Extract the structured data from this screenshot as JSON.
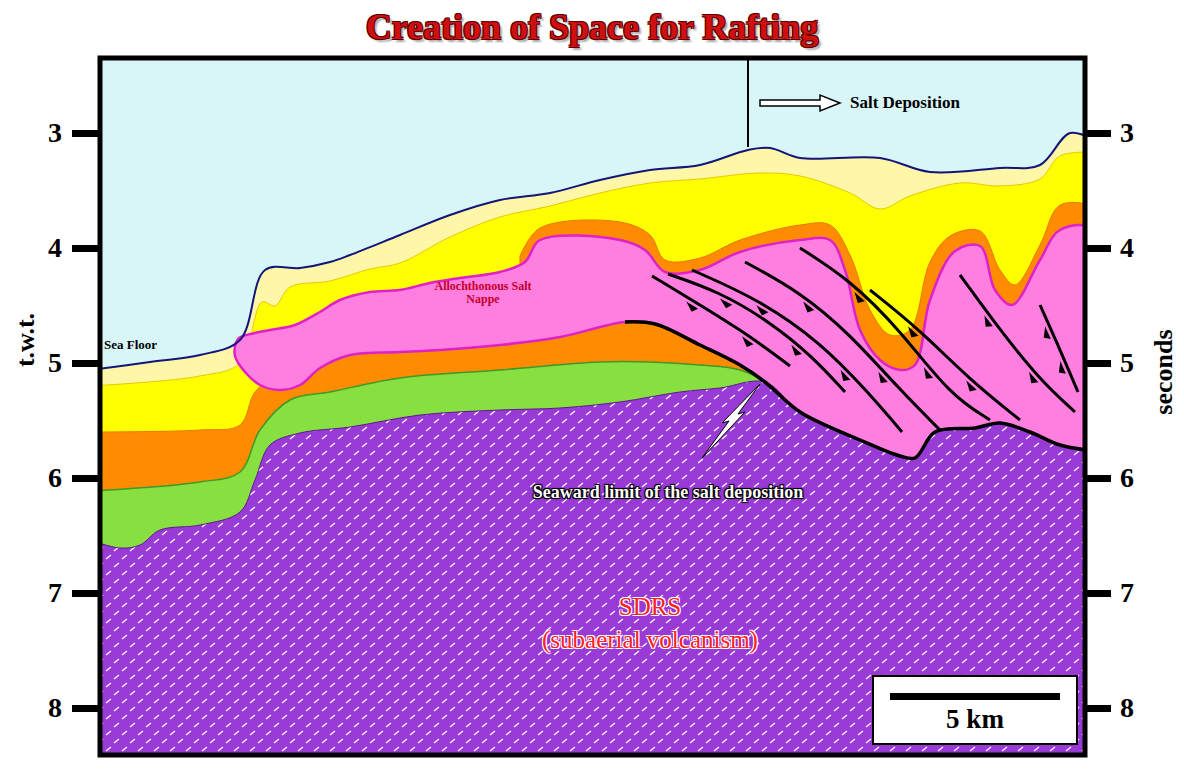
{
  "diagram": {
    "title": "Creation of Space for Rafting",
    "nodes": [
      {
        "text": [
          "5 km"
        ]
      }
    ],
    "labels": [
      "t.w.t.",
      "3",
      "4",
      "5",
      "6",
      "7",
      "8",
      "seconds",
      "3",
      "4",
      "5",
      "6",
      "7",
      "8",
      "Salt Deposition",
      "Sea Floor",
      "Allochthonous Salt Nappe",
      "Seaward limit of the salt deposition",
      "SDRS",
      "(subaerial volcanism)"
    ]
  }
}
